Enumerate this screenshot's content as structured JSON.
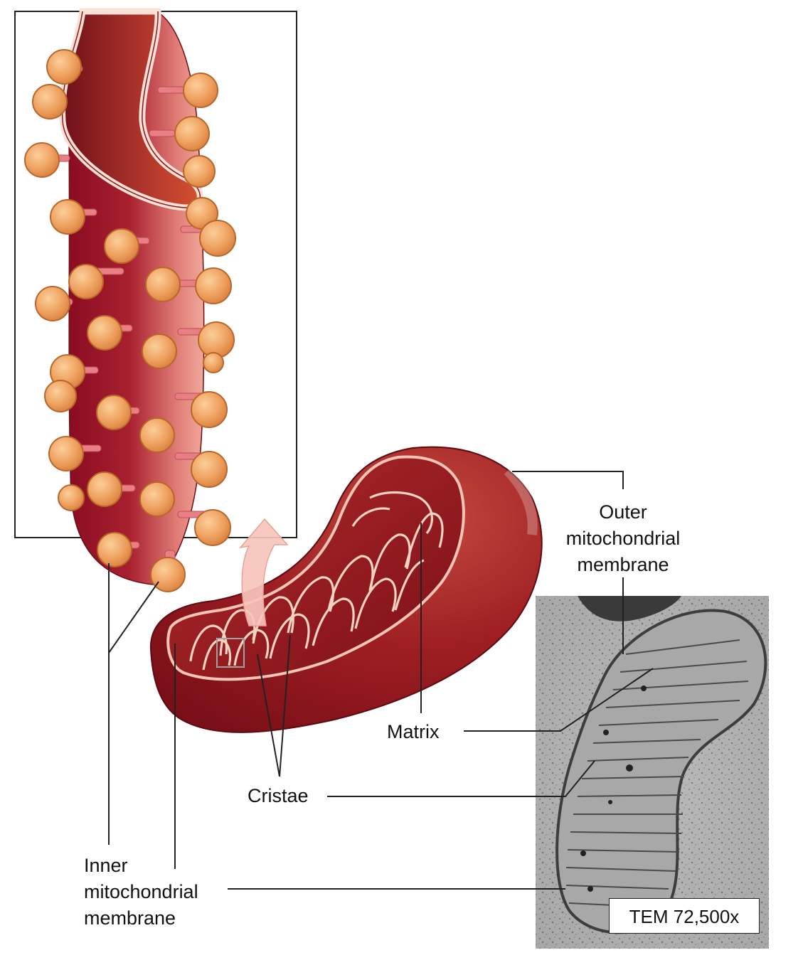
{
  "labels": {
    "outer_membrane": [
      "Outer",
      "mitochondrial",
      "membrane"
    ],
    "matrix": "Matrix",
    "cristae": "Cristae",
    "inner_membrane": [
      "Inner",
      "mitochondrial",
      "membrane"
    ]
  },
  "micrograph": {
    "caption": "TEM 72,500x"
  },
  "colors": {
    "membrane_dark": "#8e0f25",
    "membrane_light": "#e8948a",
    "atp_synthase_head": "#f0a060",
    "outline": "#222222"
  }
}
